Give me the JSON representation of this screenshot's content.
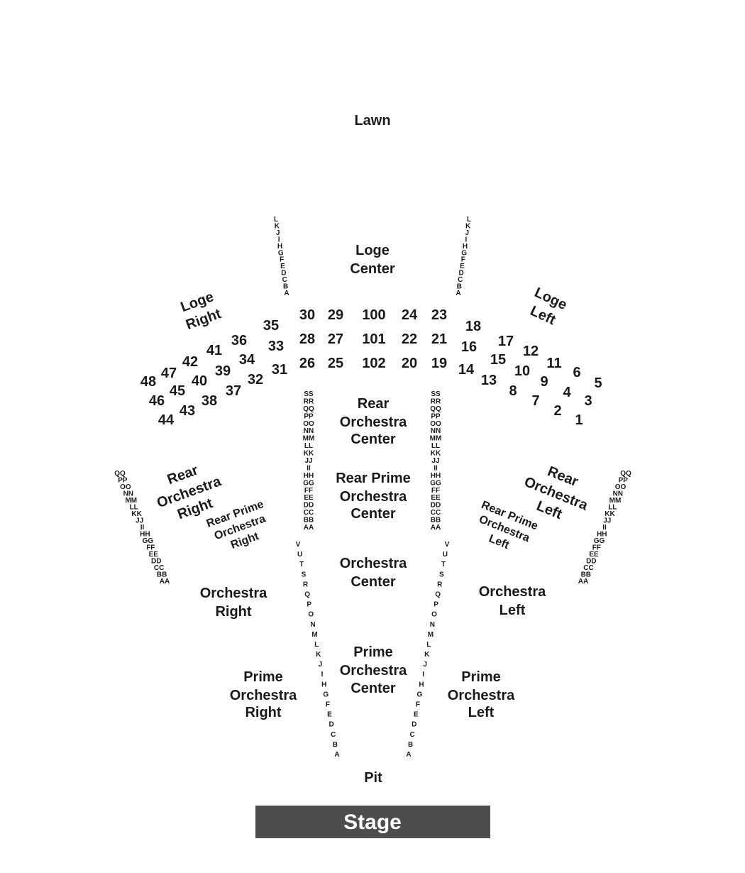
{
  "lawn": "Lawn",
  "pit": "Pit",
  "stage": {
    "label": "Stage",
    "color": "#4d4d4d"
  },
  "text_color": "#1a1a1a",
  "sections": {
    "loge_center": [
      "Loge",
      "Center"
    ],
    "loge_right": [
      "Loge",
      "Right"
    ],
    "loge_left": [
      "Loge",
      "Left"
    ],
    "rear_orchestra_center": [
      "Rear",
      "Orchestra",
      "Center"
    ],
    "rear_prime_orchestra_center": [
      "Rear Prime",
      "Orchestra",
      "Center"
    ],
    "orchestra_center": [
      "Orchestra",
      "Center"
    ],
    "prime_orchestra_center": [
      "Prime",
      "Orchestra",
      "Center"
    ],
    "rear_orchestra_right": [
      "Rear",
      "Orchestra",
      "Right"
    ],
    "rear_orchestra_left": [
      "Rear",
      "Orchestra",
      "Left"
    ],
    "rear_prime_orchestra_right": [
      "Rear Prime",
      "Orchestra",
      "Right"
    ],
    "rear_prime_orchestra_left": [
      "Rear Prime",
      "Orchestra",
      "Left"
    ],
    "orchestra_right": [
      "Orchestra",
      "Right"
    ],
    "orchestra_left": [
      "Orchestra",
      "Left"
    ],
    "prime_orchestra_right": [
      "Prime",
      "Orchestra",
      "Right"
    ],
    "prime_orchestra_left": [
      "Prime",
      "Orchestra",
      "Left"
    ]
  },
  "box_numbers": [
    "30",
    "29",
    "100",
    "24",
    "23",
    "28",
    "27",
    "101",
    "22",
    "21",
    "26",
    "25",
    "102",
    "20",
    "19",
    "35",
    "33",
    "31",
    "36",
    "34",
    "32",
    "41",
    "39",
    "37",
    "42",
    "40",
    "38",
    "47",
    "45",
    "43",
    "48",
    "46",
    "44",
    "18",
    "16",
    "14",
    "17",
    "15",
    "13",
    "12",
    "10",
    "8",
    "11",
    "9",
    "7",
    "6",
    "4",
    "2",
    "5",
    "3",
    "1"
  ],
  "row_labels": {
    "loge": [
      "L",
      "K",
      "J",
      "I",
      "H",
      "G",
      "F",
      "E",
      "D",
      "C",
      "B",
      "A"
    ],
    "rear_orchestra_center": [
      "SS",
      "RR",
      "QQ",
      "PP",
      "OO",
      "NN",
      "MM",
      "LL",
      "KK",
      "JJ",
      "II",
      "HH",
      "GG",
      "FF",
      "EE",
      "DD",
      "CC",
      "BB",
      "AA"
    ],
    "rear_orchestra_side": [
      "QQ",
      "PP",
      "OO",
      "NN",
      "MM",
      "LL",
      "KK",
      "JJ",
      "II",
      "HH",
      "GG",
      "FF",
      "EE",
      "DD",
      "CC",
      "BB",
      "AA"
    ],
    "orchestra": [
      "V",
      "U",
      "T",
      "S",
      "R",
      "Q",
      "P",
      "O",
      "N",
      "M",
      "L",
      "K",
      "J",
      "I",
      "H",
      "G",
      "F",
      "E",
      "D",
      "C",
      "B",
      "A"
    ]
  }
}
